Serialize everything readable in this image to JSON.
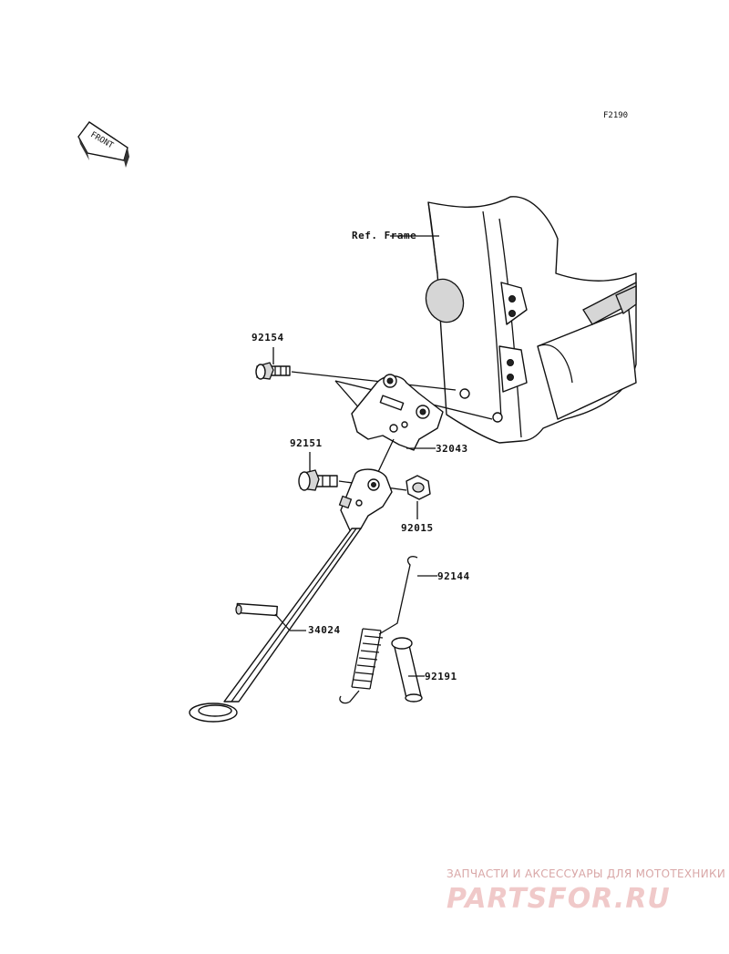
{
  "diagram": {
    "code": "F2190",
    "front_label": "FRONT",
    "ref_frame_label": "Ref. Frame",
    "parts": [
      {
        "number": "92154"
      },
      {
        "number": "92151"
      },
      {
        "number": "32043"
      },
      {
        "number": "92015"
      },
      {
        "number": "92144"
      },
      {
        "number": "34024"
      },
      {
        "number": "92191"
      }
    ]
  },
  "watermark": {
    "subtitle": "ЗАПЧАСТИ И АКСЕССУАРЫ ДЛЯ МОТОТЕХНИКИ",
    "brand": "PARTSFOR.RU",
    "color": "#e07070"
  }
}
